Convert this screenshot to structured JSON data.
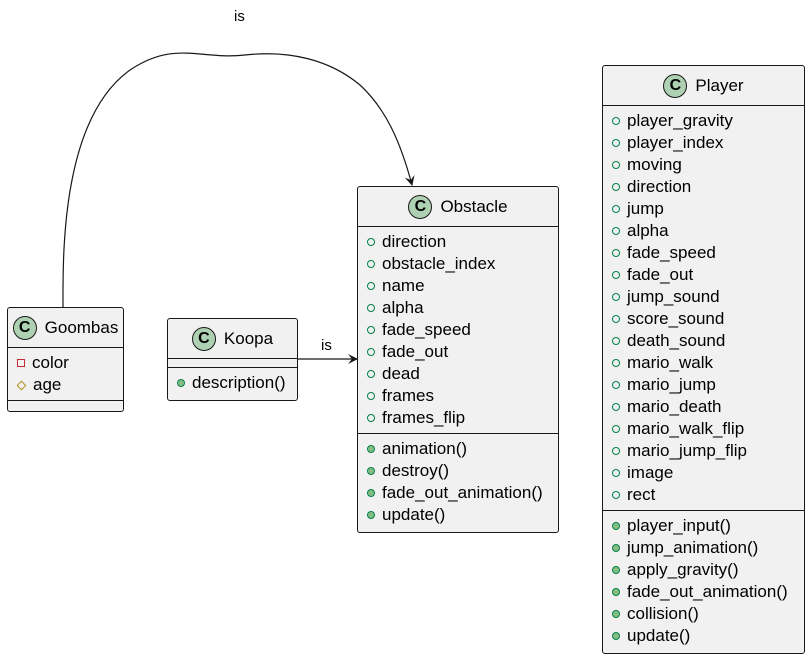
{
  "diagram": {
    "classes": {
      "obstacle": {
        "name": "Obstacle",
        "stereotype_letter": "C",
        "attributes": [
          "direction",
          "obstacle_index",
          "name",
          "alpha",
          "fade_speed",
          "fade_out",
          "dead",
          "frames",
          "frames_flip"
        ],
        "methods": [
          "animation()",
          "destroy()",
          "fade_out_animation()",
          "update()"
        ]
      },
      "player": {
        "name": "Player",
        "stereotype_letter": "C",
        "attributes": [
          "player_gravity",
          "player_index",
          "moving",
          "direction",
          "jump",
          "alpha",
          "fade_speed",
          "fade_out",
          "jump_sound",
          "score_sound",
          "death_sound",
          "mario_walk",
          "mario_jump",
          "mario_death",
          "mario_walk_flip",
          "mario_jump_flip",
          "image",
          "rect"
        ],
        "methods": [
          "player_input()",
          "jump_animation()",
          "apply_gravity()",
          "fade_out_animation()",
          "collision()",
          "update()"
        ]
      },
      "goombas": {
        "name": "Goombas",
        "stereotype_letter": "C",
        "attributes": [
          {
            "name": "color",
            "visibility": "private"
          },
          {
            "name": "age",
            "visibility": "protected"
          }
        ]
      },
      "koopa": {
        "name": "Koopa",
        "stereotype_letter": "C",
        "methods": [
          "description()"
        ]
      }
    },
    "relations": [
      {
        "from": "Goombas",
        "to": "Obstacle",
        "label": "is"
      },
      {
        "from": "Koopa",
        "to": "Obstacle",
        "label": "is"
      }
    ],
    "colors": {
      "box_fill": "#f1f1f1",
      "box_border": "#181818",
      "class_icon_fill": "#add1b2",
      "public_marker": "#038048",
      "method_marker_fill": "#84be84",
      "private_marker": "#c82930",
      "protected_marker": "#b38d22"
    }
  }
}
